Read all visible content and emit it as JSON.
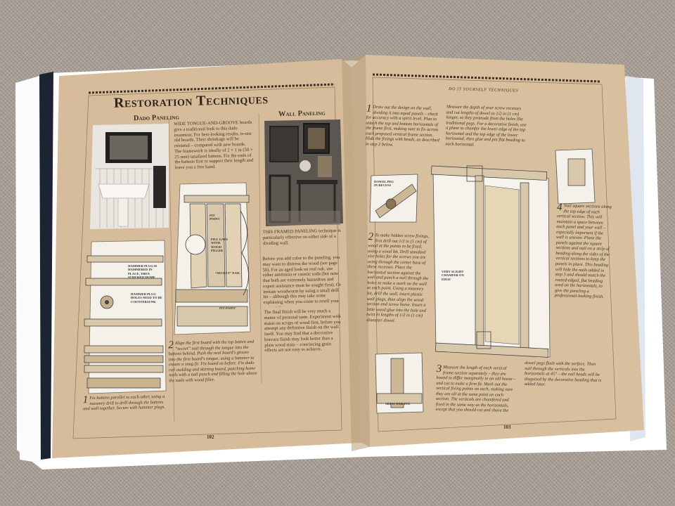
{
  "left_page": {
    "title": "Restoration Techniques",
    "dado_heading": "Dado Paneling",
    "wall_heading": "Wall Paneling",
    "dado_text": "WIDE TONGUE-AND-GROOVE boards give a traditional look to this dado treatment. For best-looking results, re-use old boards. Their shrinkage will be minimal – compared with new boards. The framework is ideally of 2 × 1 in (50 × 25 mm) tanalized battens. Fix the ends of the battens first to support their length and leave you a free hand.",
    "wall_text_1": "THIS FRAMED PANELING technique is particularly effective on either side of a dividing wall.",
    "wall_text_2": "Before you add color to the paneling, you may want to distress the wood (see page 50). For an aged look on real oak, use either ammonia or caustic soda (but note that both are extremely hazardous and expert assistance must be sought first). Or imitate woodworm by using a small drill bit – although this may take some explaining when you come to resell your property!",
    "wall_text_3": "The final finish will be very much a matter of personal taste. Experiment with stains on scraps of wood first, before you attempt any definitive finish on the wall itself. You may find that a decorative bravura finish may look better than a plain wood stain – convincing grain effects are not easy to achieve.",
    "step1": "Fix battens parallel to each other, using a masonry drill to drill through the battens and wall together. Secure with hammer plugs.",
    "step2": "Align the first board with the top batten and “secret” nail through the tongue into the battens behind. Push the next board's groove into the first board's tongue, using a hammer to ensure a snug fit. Fix board as before. Fix dado rail molding and skirting board, punching home nails with a nail punch and filling the hole above the nails with wood filler.",
    "labels": {
      "hammer_plug": "HAMMER PLUG is hammered in place, then screwed home",
      "hammer_plug_holes": "HAMMER PLUG HOLES need to be countersunk",
      "fit_point": "FIT POINT",
      "fill_gaps": "FILL GAPS with wood filler",
      "secret_nail": "“SECRET” NAIL"
    },
    "page_number": "102"
  },
  "right_page": {
    "running_head": "Do It Yourself Techniques",
    "step1": "Draw out the design on the wall, dividing it into equal panels – check for accuracy with a spirit level. Plan to attach the top and bottom horizontals of the frame first, making sure to fix across each proposed vertical frame section. Hide the fixings with beads, as described in step 2 below.",
    "screws_text": "Measure the depth of your screw recesses and cut lengths of dowel to 1/2 in (1 cm) longer, so they protrude from the holes like traditional pegs. For a decorative finish, use a plane to chamfer the lower edge of the top horizontal and the top edge of the lower horizontal, then glue and pin flat beading to each horizontal.",
    "step2": "To make hidden screw fixings, first drill out 1/2 in (1 cm) of wood at the points to be fixed, using a wood bit. Drill standard size holes for the screws you are using through the center base of these recesses. Place the horizontal section against the wall and punch a nail through the holes to make a mark on the wall at each point. Using a masonry bit, drill the wall, insert plastic wall plugs, then align the wood section and screw home. Insert a little wood glue into the hole and twist in lengths of 1/2 in (1 cm) diameter dowel.",
    "step3": "Measure the length of each vertical frame section separately – they are bound to differ marginally in an old house – and cut to make a firm fit. Mark out the vertical fixing points on each, making sure they are all at the same point on each section. The verticals are chamfered and fixed in the same way as the horizontals, except that you should cut and shave the",
    "step3_cont": "dowel pegs flush with the surface. Then nail through the verticals into the horizontals at 45° – the nail heads will be disguised by the decorative beading that is added later.",
    "step4": "Nail square sections along the top edge of each vertical section. This will maintain a space between each panel and your wall – especially important if the wall is uneven. Plane the panels against the square sections and nail on a strip of beading along the sides of the vertical sections to keep the panels in place. This beading will hide the nails added in step 3 and should match the routed-edged, flat beading used on the horizontals, to give the paneling a professional-looking finish.",
    "labels": {
      "dowel_peg": "DOWEL PEG IN RECESS",
      "chamfer": "VERY SLIGHT CHAMFER ON EDGE",
      "skew_nailing": "SKEW NAILING"
    },
    "page_number": "103"
  }
}
